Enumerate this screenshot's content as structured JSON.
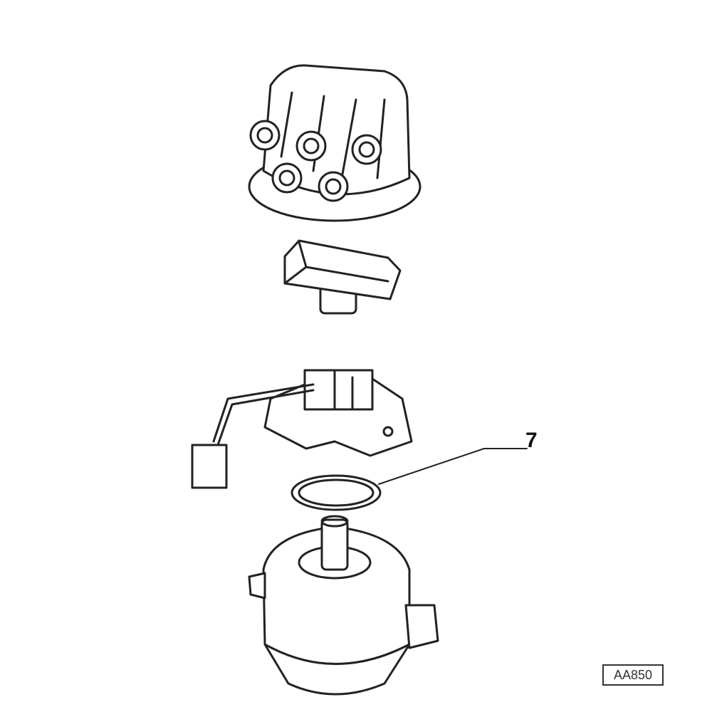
{
  "diagram": {
    "callout_number": "7",
    "reference_code": "AA850",
    "parts": [
      "distributor-cap",
      "rotor",
      "ignition-module",
      "o-ring",
      "distributor-housing"
    ]
  }
}
